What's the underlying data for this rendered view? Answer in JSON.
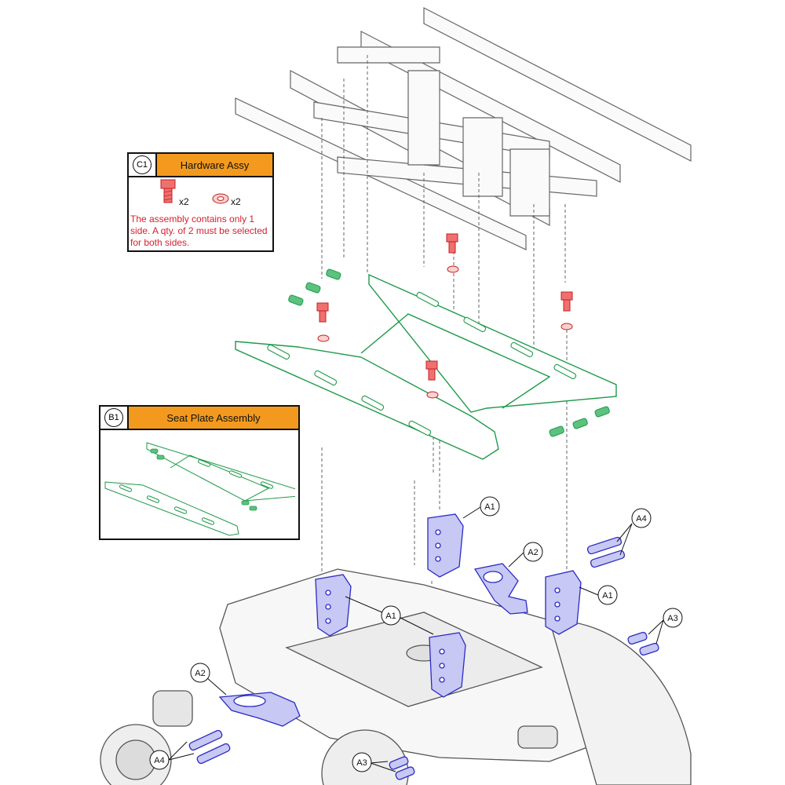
{
  "hardware_box": {
    "id": "C1",
    "title": "Hardware Assy",
    "bolt_qty": "x2",
    "washer_qty": "x2",
    "note": "The assembly contains only 1 side. A qty. of 2 must be selected for both sides."
  },
  "seat_plate_box": {
    "id": "B1",
    "title": "Seat Plate Assembly"
  },
  "callouts": {
    "a1_top": "A1",
    "a1_right": "A1",
    "a1_center": "A1",
    "a2_right": "A2",
    "a2_left": "A2",
    "a3_right": "A3",
    "a3_bottom": "A3",
    "a4_right": "A4",
    "a4_left": "A4"
  },
  "colors": {
    "accent_orange": "#f39a1e",
    "plate_green": "#1e9a4a",
    "bracket_blue": "#2b2bc4",
    "hardware_red": "#e23a3a",
    "note_red": "#d61f2d"
  }
}
